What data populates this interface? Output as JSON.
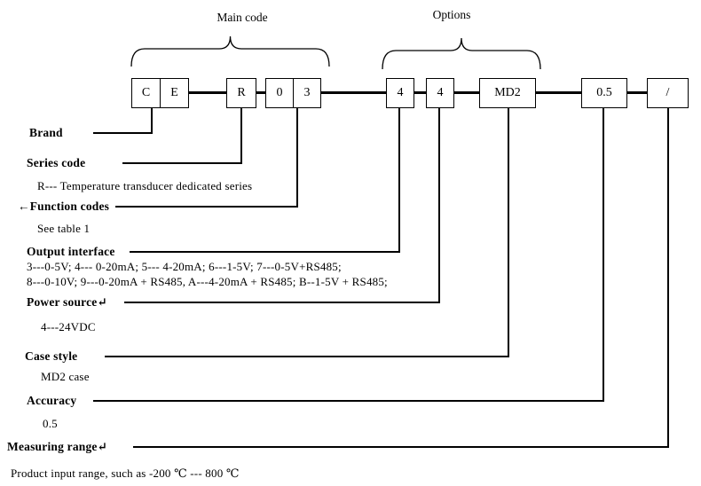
{
  "braces": {
    "main_code_label": "Main code",
    "options_label": "Options"
  },
  "code_boxes": [
    {
      "value": "C"
    },
    {
      "value": "E"
    },
    {
      "value": "R"
    },
    {
      "value": "0"
    },
    {
      "value": "3"
    },
    {
      "value": "4"
    },
    {
      "value": "4"
    },
    {
      "value": "MD2"
    },
    {
      "value": "0.5"
    },
    {
      "value": "/"
    }
  ],
  "legend": {
    "brand": {
      "label": "Brand"
    },
    "series_code": {
      "label": "Series code",
      "note": "R--- Temperature transducer dedicated series"
    },
    "function_codes": {
      "label": "←Function codes",
      "note": "See table 1"
    },
    "output_interface": {
      "label": "Output interface",
      "note_line1": "3---0-5V; 4--- 0-20mA; 5--- 4-20mA; 6---1-5V; 7---0-5V+RS485;",
      "note_line2": "8---0-10V; 9---0-20mA + RS485, A---4-20mA + RS485; B--1-5V + RS485;"
    },
    "power_source": {
      "label": "Power source↵",
      "note": "4---24VDC"
    },
    "case_style": {
      "label": "Case style",
      "note": "MD2 case"
    },
    "accuracy": {
      "label": "Accuracy",
      "note": "0.5"
    },
    "measuring_range": {
      "label": "Measuring range↵",
      "note": "Product input range, such as -200 ℃  --- 800 ℃"
    }
  }
}
